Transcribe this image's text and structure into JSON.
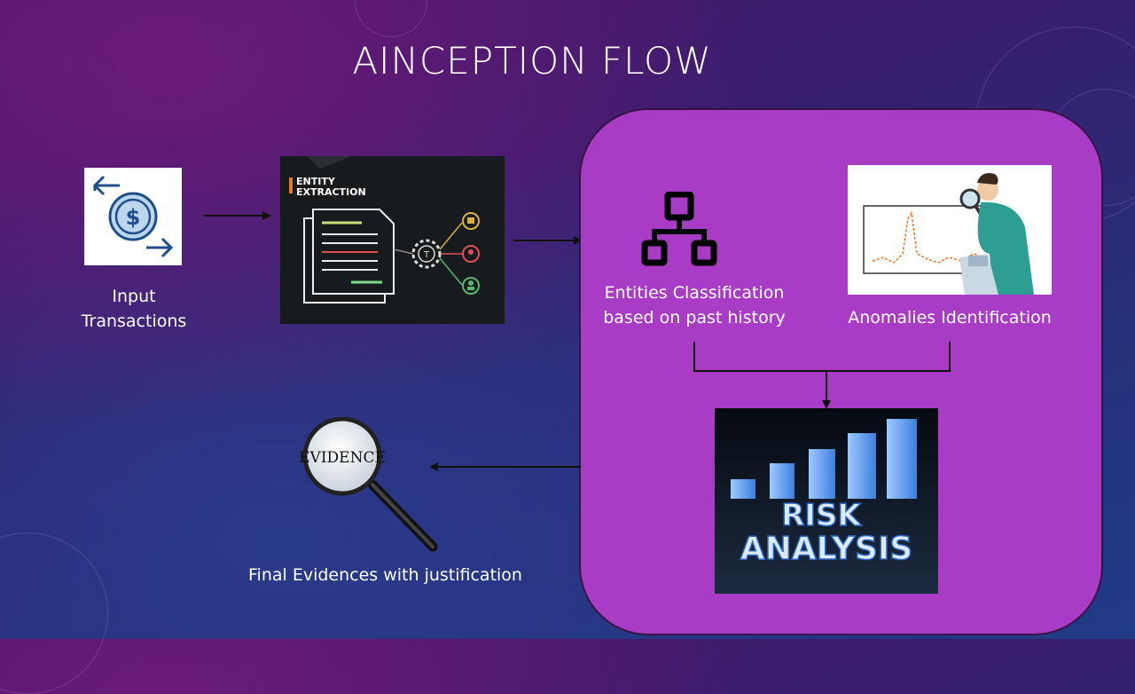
{
  "title": "AINCEPTION FLOW",
  "nodes": {
    "input_transactions": {
      "line1": "Input",
      "line2": "Transactions"
    },
    "entity_extraction": {
      "line1": "ENTITY",
      "line2": "EXTRACTION"
    },
    "entities_classification": {
      "line1": "Entities Classification",
      "line2": "based on past history"
    },
    "anomalies_identification": {
      "label": "Anomalies Identification"
    },
    "risk_analysis": {
      "line1": "RISK",
      "line2": "ANALYSIS"
    },
    "final_evidences": {
      "label": "Final Evidences with justification",
      "badge": "EVIDENCE"
    }
  },
  "colors": {
    "panel": "#a93cc4",
    "arrow": "#111111",
    "accent_orange": "#e8762b"
  }
}
